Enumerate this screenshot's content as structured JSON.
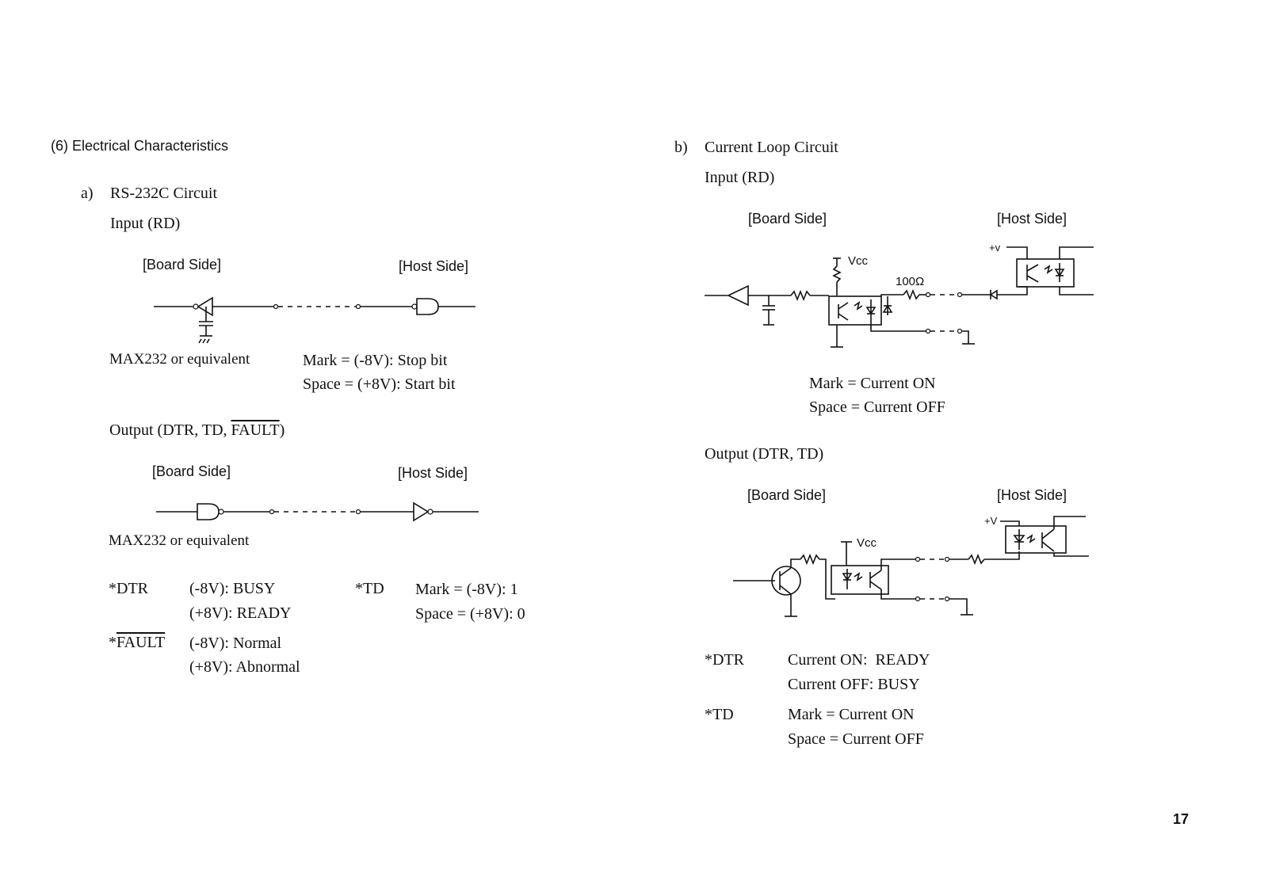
{
  "left": {
    "section_title": "(6) Electrical Characteristics",
    "a_label": "a)",
    "a_title": "RS-232C Circuit",
    "input_label": "Input (RD)",
    "board_side": "[Board Side]",
    "host_side": "[Host Side]",
    "max232": "MAX232 or equivalent",
    "input_mark": "Mark = (-8V): Stop bit",
    "input_space": "Space = (+8V): Start bit",
    "output_label_prefix": "Output (DTR, TD, ",
    "output_label_fault": "FAULT",
    "output_label_suffix": ")",
    "output_board_side": "[Board Side]",
    "output_host_side": "[Host Side]",
    "output_max232": "MAX232 or equivalent",
    "dtr_name": "*DTR",
    "dtr_busy": "(-8V): BUSY",
    "dtr_ready": "(+8V): READY",
    "td_name": "*TD",
    "td_mark": "Mark = (-8V): 1",
    "td_space": "Space = (+8V): 0",
    "fault_star": "*",
    "fault_name": "FAULT",
    "fault_normal": "(-8V): Normal",
    "fault_abnormal": "(+8V): Abnormal"
  },
  "right": {
    "b_label": "b)",
    "b_title": "Current Loop Circuit",
    "input_label": "Input (RD)",
    "board_side": "[Board Side]",
    "host_side": "[Host Side]",
    "plus_v": "+v",
    "vcc": "Vcc",
    "resistor": "100Ω",
    "input_mark": "Mark = Current ON",
    "input_space": "Space = Current OFF",
    "output_label": "Output (DTR, TD)",
    "output_board_side": "[Board Side]",
    "output_host_side": "[Host Side]",
    "output_plus_v": "+V",
    "output_vcc": "Vcc",
    "dtr_name": "*DTR",
    "dtr_on": "Current ON:  READY",
    "dtr_off": "Current OFF: BUSY",
    "td_name": "*TD",
    "td_mark": "Mark = Current ON",
    "td_space": "Space = Current OFF"
  },
  "page_number": "17"
}
